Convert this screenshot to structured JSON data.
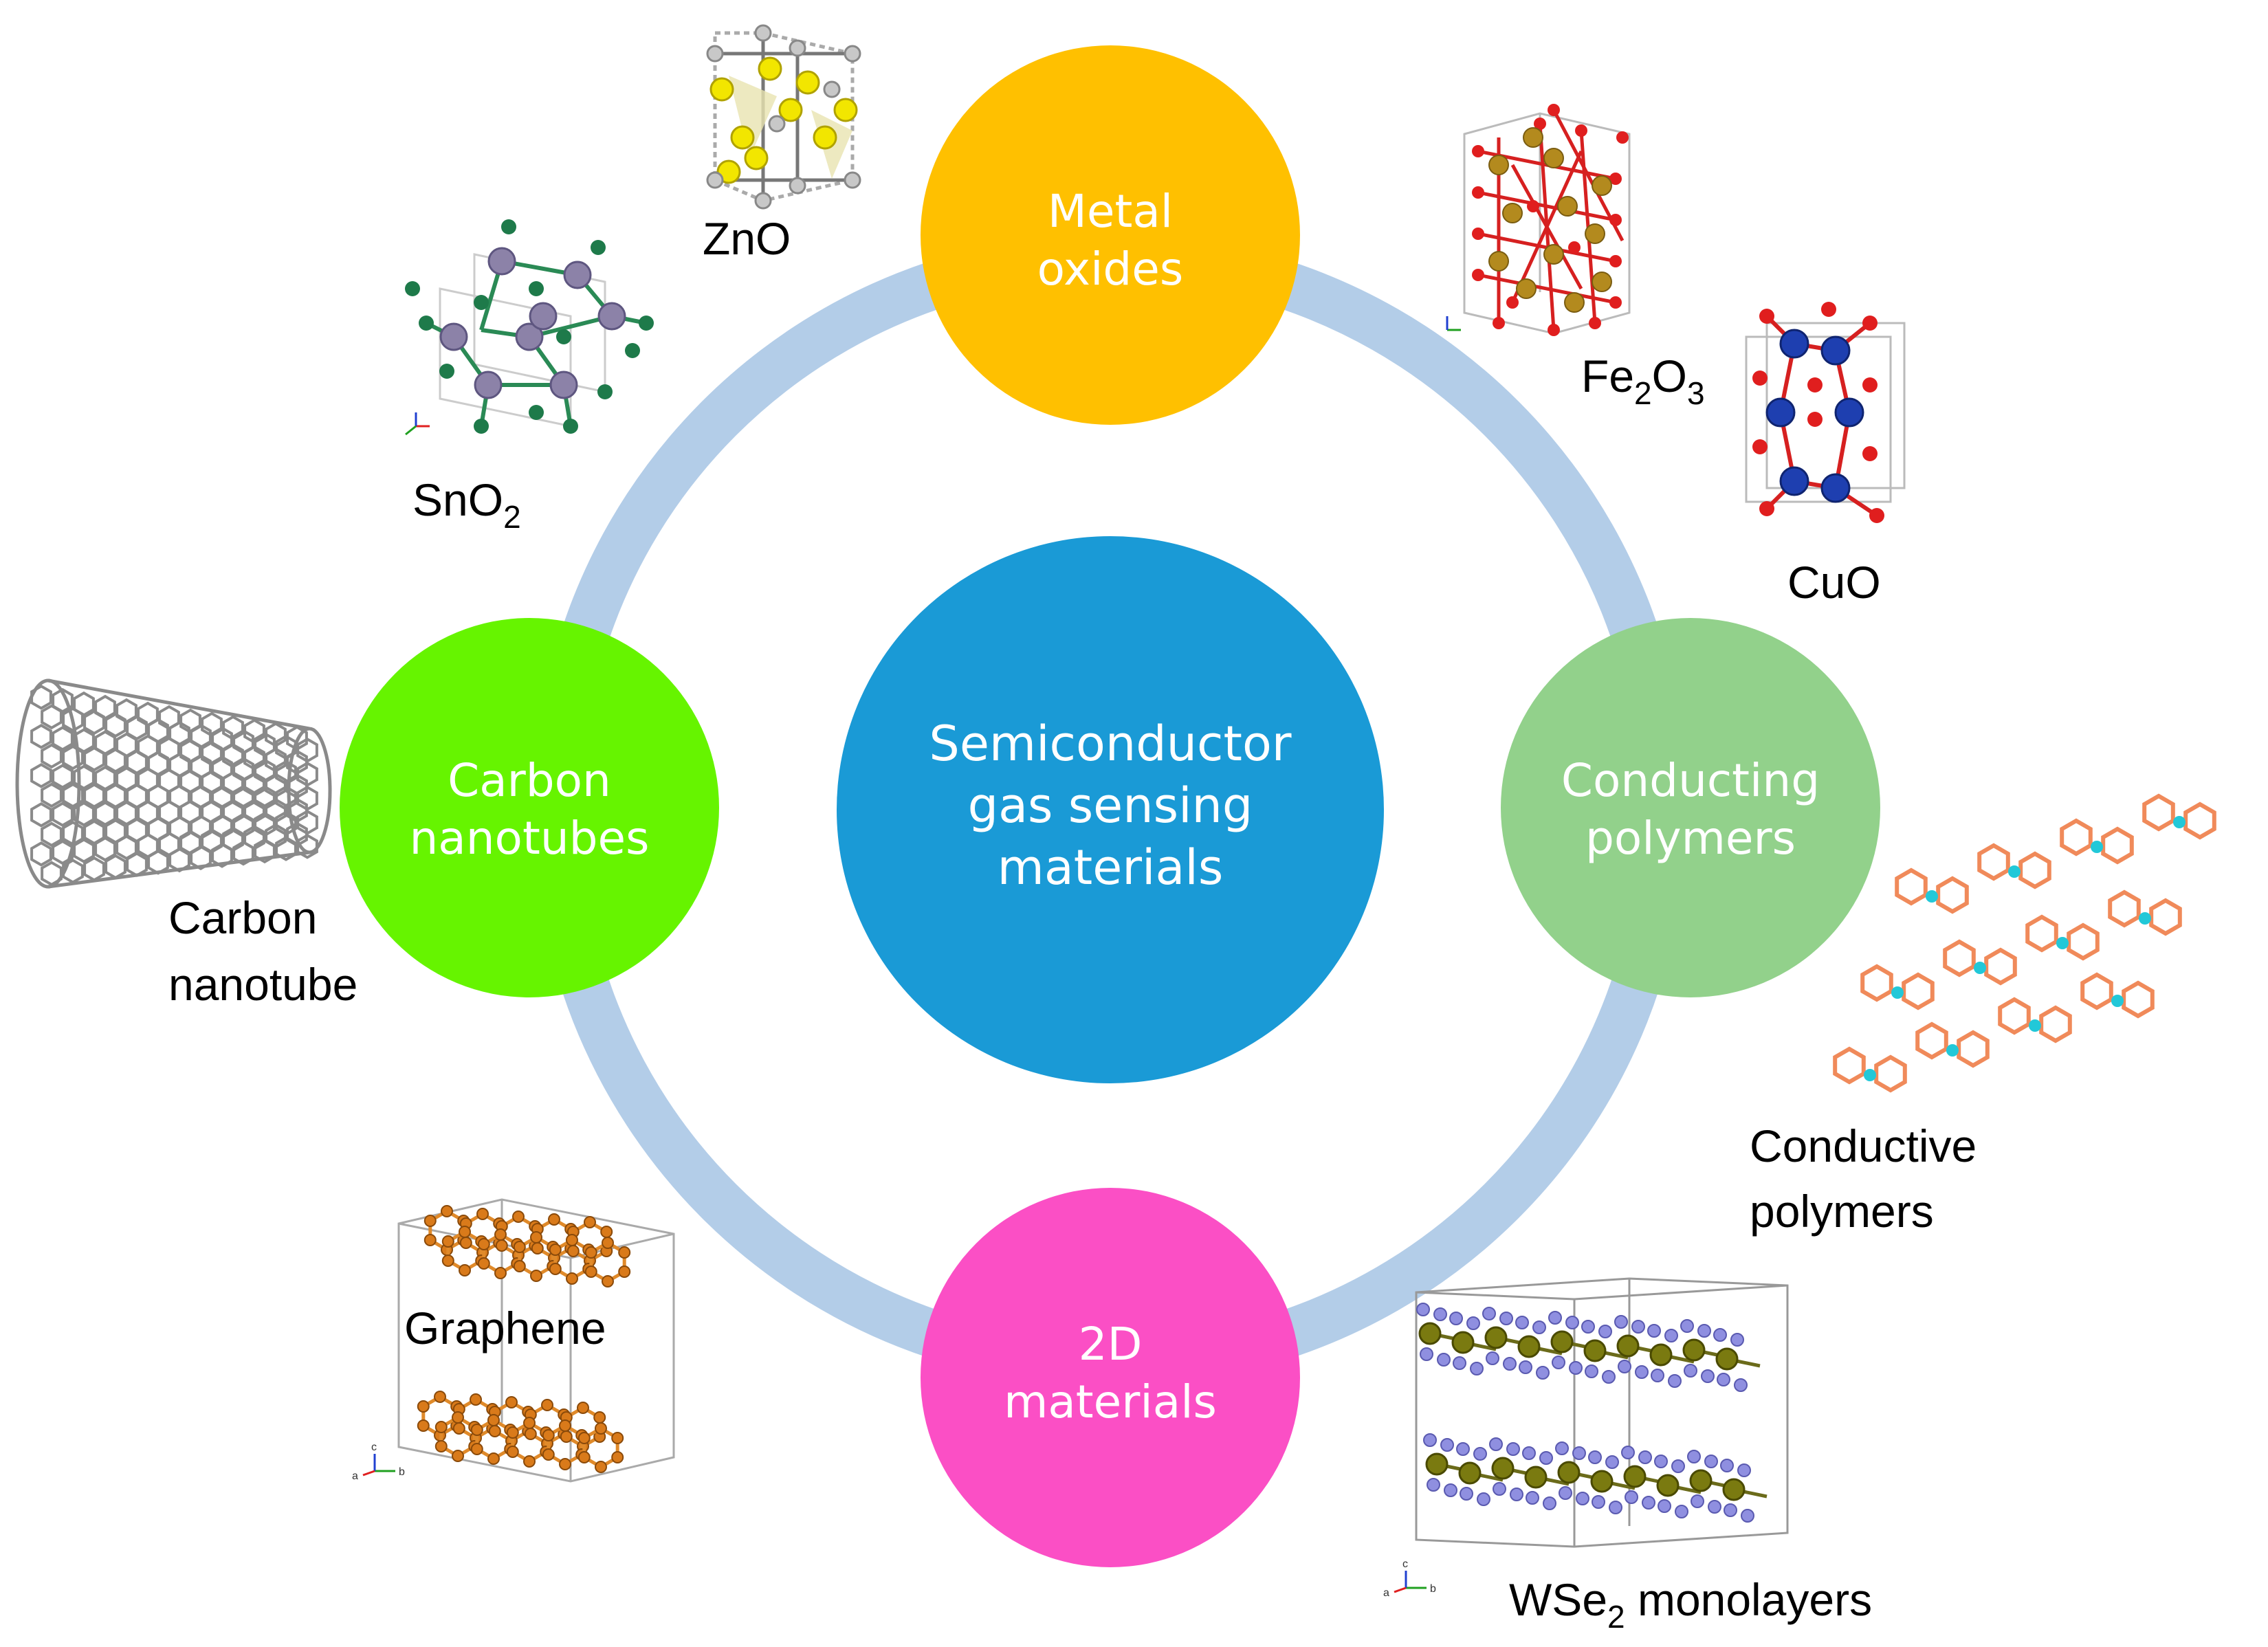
{
  "center": {
    "line1": "Semiconductor",
    "line2": "gas sensing",
    "line3": "materials",
    "color": "#1a9ad6"
  },
  "ring_color": "#b3cde8",
  "categories": {
    "metal_oxides": {
      "line1": "Metal",
      "line2": "oxides",
      "color": "#ffc000"
    },
    "conducting_polymers": {
      "line1": "Conducting",
      "line2": "polymers",
      "color": "#92d18b"
    },
    "two_d": {
      "line1": "2D",
      "line2": "materials",
      "color": "#fb4fc5"
    },
    "carbon_nanotubes": {
      "line1": "Carbon",
      "line2": "nanotubes",
      "color": "#66f400"
    }
  },
  "labels": {
    "zno": "ZnO",
    "sno2": {
      "base": "SnO",
      "sub": "2"
    },
    "fe2o3": {
      "a": "Fe",
      "s1": "2",
      "b": "O",
      "s2": "3"
    },
    "cuo": "CuO",
    "conductive_line1": "Conductive",
    "conductive_line2": "polymers",
    "wse2": {
      "a": "WSe",
      "sub": "2",
      "b": " monolayers"
    },
    "graphene": "Graphene",
    "cnt_line1": "Carbon",
    "cnt_line2": "nanotube"
  },
  "axis_labels": {
    "a": "a",
    "b": "b",
    "c": "c"
  }
}
